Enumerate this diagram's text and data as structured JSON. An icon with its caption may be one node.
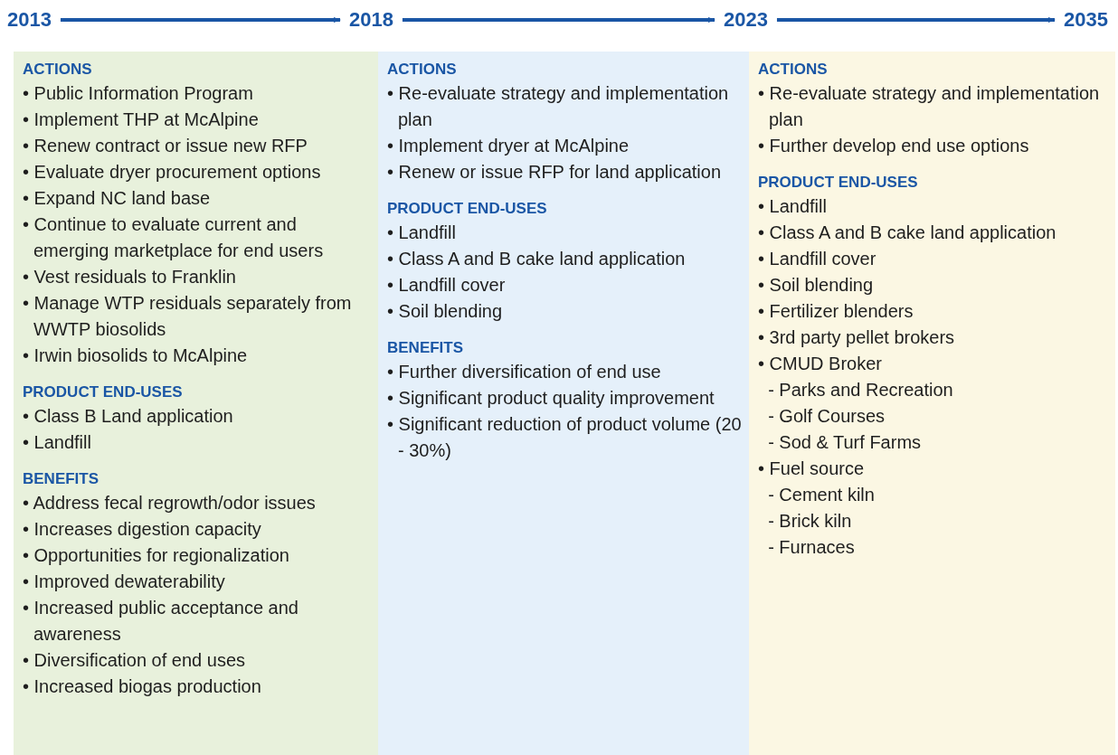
{
  "diagram": {
    "nodes": [
      {
        "text": [
          "2013"
        ]
      },
      {
        "text": [
          "2018"
        ]
      },
      {
        "text": [
          "2023"
        ]
      },
      {
        "text": [
          "2035"
        ]
      },
      {
        "text": [],
        "shape": "box"
      },
      {
        "text": [
          "ACTIONS",
          "• Public Information Program",
          "• Implement THP at McAlpine",
          "• Renew contract or issue new RFP",
          "• Evaluate dryer procurement options",
          "• Expand NC land base",
          "• Continue to evaluate current and emerging marketplace for end users",
          "• Vest residuals to Franklin",
          "• Manage WTP residuals separately from WWTP biosolids",
          "• Irwin biosolids to McAlpine"
        ],
        "in": 4
      },
      {
        "text": [
          "PRODUCT END-USES",
          "• Class B Land application",
          "• Landfill"
        ],
        "in": 4
      },
      {
        "text": [
          "BENEFITS",
          "• Address fecal regrowth/odor issues",
          "• Increases digestion capacity",
          "• Opportunities for regionalization",
          "• Improved dewaterability",
          "• Increased public acceptance and awareness",
          "• Diversification of end uses",
          "• Increased biogas production"
        ],
        "in": 4
      },
      {
        "text": [],
        "shape": "box"
      },
      {
        "text": [
          "ACTIONS",
          "• Re-evaluate strategy and implementation plan",
          "• Implement dryer at McAlpine",
          "• Renew or issue RFP for land application"
        ],
        "in": 8
      },
      {
        "text": [
          "PRODUCT END-USES",
          "• Landfill",
          "• Class A and B cake land application",
          "• Landfill cover",
          "• Soil blending"
        ],
        "in": 8
      },
      {
        "text": [
          "BENEFITS",
          "• Further diversification of end use",
          "• Significant product quality improvement",
          "• Significant reduction of product volume (20 - 30%)"
        ],
        "in": 8
      },
      {
        "text": [],
        "shape": "box"
      },
      {
        "text": [
          "ACTIONS",
          "• Re-evaluate strategy and implementation plan",
          "• Further develop end use options"
        ],
        "in": 12
      },
      {
        "text": [
          "PRODUCT END-USES",
          "• Landfill",
          "• Class A and B cake land application",
          "• Landfill cover",
          "• Soil blending",
          "• Fertilizer blenders",
          "• 3rd party pellet brokers",
          "• CMUD Broker",
          "  - Parks and Recreation",
          "  - Golf Courses",
          "  - Sod & Turf Farms",
          "• Fuel source",
          "  - Cement kiln",
          "  - Brick kiln",
          "  - Furnaces"
        ],
        "in": 12
      }
    ],
    "edges": [
      {
        "from": 0,
        "to": 1,
        "arrow": "to"
      },
      {
        "from": 1,
        "to": 2,
        "arrow": "to"
      },
      {
        "from": 2,
        "to": 3,
        "arrow": "to"
      }
    ]
  }
}
